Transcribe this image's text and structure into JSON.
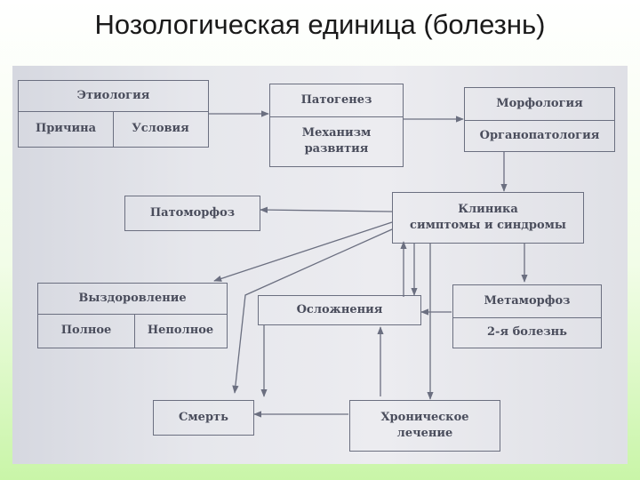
{
  "slide": {
    "title": "Нозологическая единица (болезнь)"
  },
  "nodes": {
    "etiology": {
      "label": "Этиология",
      "cause": "Причина",
      "conditions": "Условия"
    },
    "pathogenesis": {
      "label": "Патогенез",
      "mechanism_line1": "Механизм",
      "mechanism_line2": "развития"
    },
    "morphology": {
      "label": "Морфология",
      "organopathology": "Органопатология"
    },
    "clinic": {
      "line1": "Клиника",
      "line2": "симптомы и синдромы"
    },
    "pathomorphosis": {
      "label": "Патоморфоз"
    },
    "recovery": {
      "label": "Выздоровление",
      "full": "Полное",
      "incomplete": "Неполное"
    },
    "complications": {
      "label": "Осложнения"
    },
    "metamorphosis": {
      "label": "Метаморфоз",
      "second_disease": "2-я болезнь"
    },
    "death": {
      "label": "Смерть"
    },
    "chronic": {
      "line1": "Хроническое",
      "line2": "лечение"
    }
  }
}
